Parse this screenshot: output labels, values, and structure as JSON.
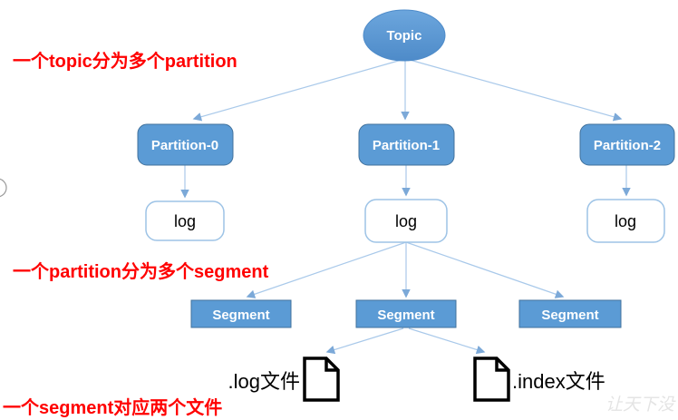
{
  "diagram": {
    "topic": {
      "label": "Topic"
    },
    "partitions": [
      {
        "label": "Partition-0"
      },
      {
        "label": "Partition-1"
      },
      {
        "label": "Partition-2"
      }
    ],
    "logs": [
      {
        "label": "log"
      },
      {
        "label": "log"
      },
      {
        "label": "log"
      }
    ],
    "segments": [
      {
        "label": "Segment"
      },
      {
        "label": "Segment"
      },
      {
        "label": "Segment"
      }
    ],
    "files": [
      {
        "label": ".log文件",
        "icon": "document-icon"
      },
      {
        "label": ".index文件",
        "icon": "document-icon"
      }
    ]
  },
  "annotations": {
    "note_topic": "一个topic分为多个partition",
    "note_partition": "一个partition分为多个segment",
    "note_segment": "一个segment对应两个文件"
  },
  "watermark": "让天下没",
  "colors": {
    "node_fill": "#5b9bd5",
    "node_border": "#41719c",
    "log_border": "#9dc3e6",
    "edge": "#a9c9ea",
    "arrowhead": "#7ca9d8",
    "annotation_red": "#ff0000",
    "watermark_gray": "#e4e4e4"
  }
}
